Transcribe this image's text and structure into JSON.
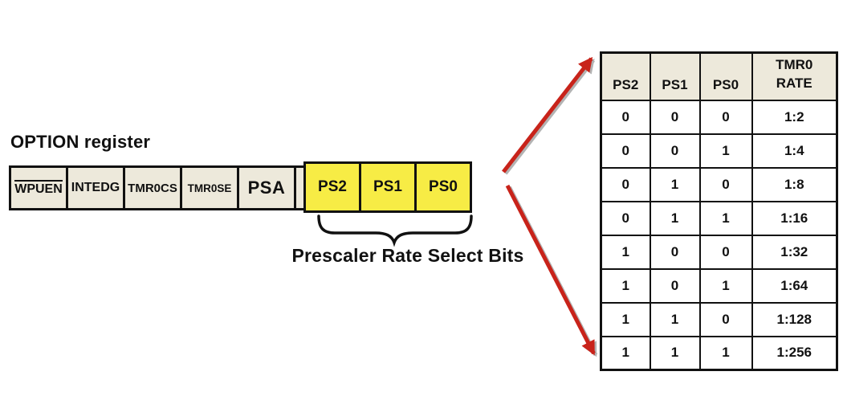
{
  "title": "OPTION register",
  "register": {
    "fields": [
      "WPUEN",
      "INTEDG",
      "TMR0CS",
      "TMR0SE",
      "PSA"
    ],
    "ps_bits": [
      "PS2",
      "PS1",
      "PS0"
    ]
  },
  "brace_label": "Prescaler Rate Select Bits",
  "table": {
    "headers": [
      "PS2",
      "PS1",
      "PS0",
      "TMR0\nRATE"
    ],
    "rows": [
      [
        "0",
        "0",
        "0",
        "1:2"
      ],
      [
        "0",
        "0",
        "1",
        "1:4"
      ],
      [
        "0",
        "1",
        "0",
        "1:8"
      ],
      [
        "0",
        "1",
        "1",
        "1:16"
      ],
      [
        "1",
        "0",
        "0",
        "1:32"
      ],
      [
        "1",
        "0",
        "1",
        "1:64"
      ],
      [
        "1",
        "1",
        "0",
        "1:128"
      ],
      [
        "1",
        "1",
        "1",
        "1:256"
      ]
    ]
  },
  "colors": {
    "cell_cream": "#EDE9DB",
    "highlight_yellow": "#F7EC45",
    "arrow_red": "#C8231A",
    "border_black": "#111111"
  }
}
